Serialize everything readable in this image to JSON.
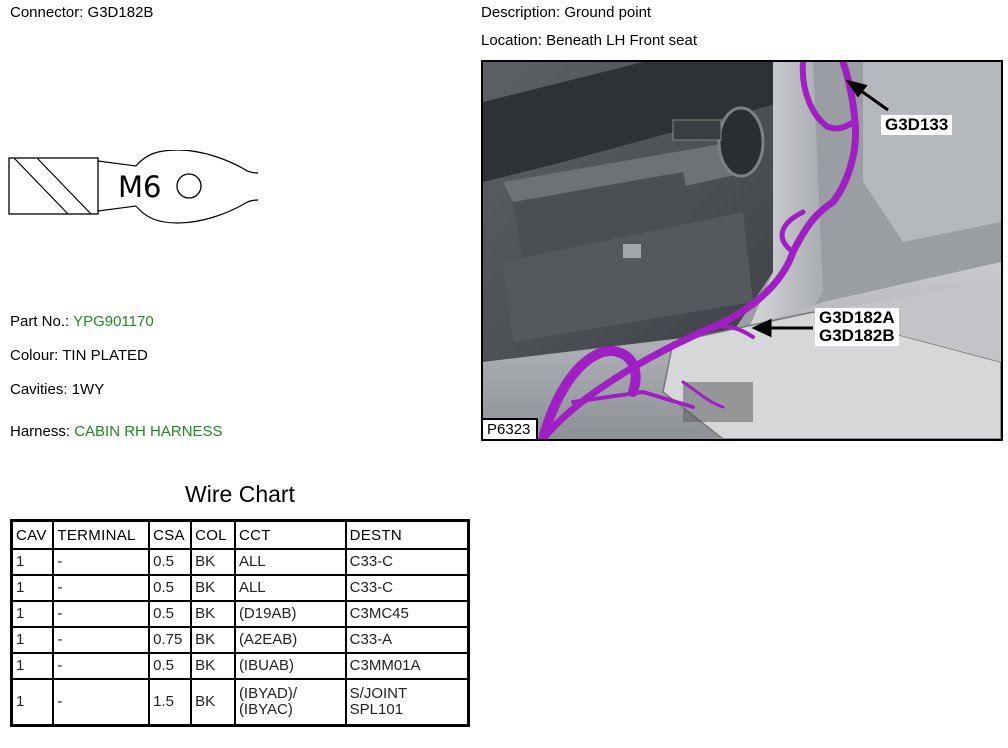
{
  "connector": {
    "label": "Connector:",
    "value": "G3D182B"
  },
  "description": {
    "label": "Description:",
    "value": "Ground point"
  },
  "location": {
    "label": "Location:",
    "value": "Beneath LH Front seat"
  },
  "diagram": {
    "stud_label": "M6"
  },
  "part_no": {
    "label": "Part No.:",
    "value": "YPG901170"
  },
  "colour": {
    "label": "Colour:",
    "value": "TIN PLATED"
  },
  "cavities": {
    "label": "Cavities:",
    "value": "1WY"
  },
  "harness": {
    "label": "Harness:",
    "value": "CABIN RH HARNESS"
  },
  "colors": {
    "link_green": "#1f8a1f",
    "harness_magenta": "#a01fc4"
  },
  "wire_chart": {
    "title": "Wire Chart",
    "headers": [
      "CAV",
      "TERMINAL",
      "CSA",
      "COL",
      "CCT",
      "DESTN"
    ],
    "rows": [
      {
        "cav": "1",
        "terminal": "-",
        "csa": "0.5",
        "col": "BK",
        "cct": "ALL",
        "destn": "C33-C"
      },
      {
        "cav": "1",
        "terminal": "-",
        "csa": "0.5",
        "col": "BK",
        "cct": "ALL",
        "destn": "C33-C"
      },
      {
        "cav": "1",
        "terminal": "-",
        "csa": "0.5",
        "col": "BK",
        "cct": "(D19AB)",
        "destn": "C3MC45"
      },
      {
        "cav": "1",
        "terminal": "-",
        "csa": "0.75",
        "col": "BK",
        "cct": "(A2EAB)",
        "destn": "C33-A"
      },
      {
        "cav": "1",
        "terminal": "-",
        "csa": "0.5",
        "col": "BK",
        "cct": "(IBUAB)",
        "destn": "C3MM01A"
      },
      {
        "cav": "1",
        "terminal": "-",
        "csa": "1.5",
        "col": "BK",
        "cct": "(IBYAD)/ (IBYAC)",
        "cct_lines": [
          "(IBYAD)/",
          "(IBYAC)"
        ],
        "destn": "S/JOINT SPL101",
        "destn_lines": [
          "S/JOINT",
          "SPL101"
        ]
      }
    ]
  },
  "photo": {
    "ref": "P6323",
    "callouts": {
      "top": "G3D133",
      "mid_a": "G3D182A",
      "mid_b": "G3D182B"
    }
  }
}
